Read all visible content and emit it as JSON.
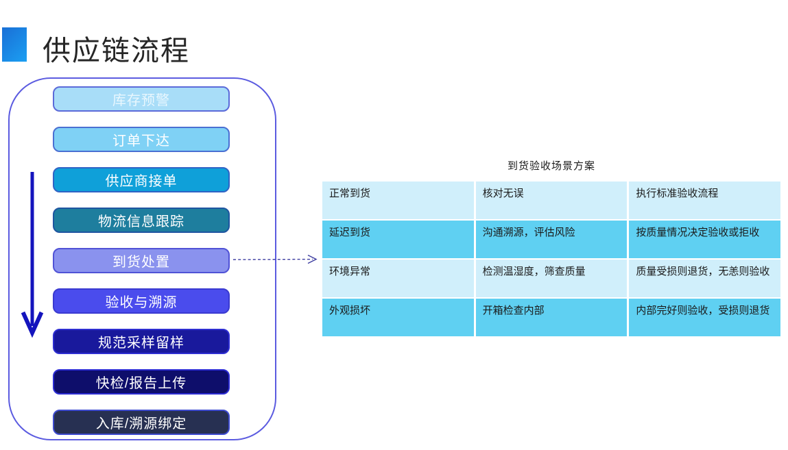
{
  "title": "供应链流程",
  "flow": {
    "steps": [
      {
        "label": "库存预警",
        "fill": "#a8ddf8",
        "border": "#5b6ad9",
        "text_color": "#e9f7fe"
      },
      {
        "label": "订单下达",
        "fill": "#7fd1f5",
        "border": "#4a6fd2",
        "text_color": "#ffffff"
      },
      {
        "label": "供应商接单",
        "fill": "#0fa0d9",
        "border": "#2f63c5",
        "text_color": "#ffffff"
      },
      {
        "label": "物流信息跟踪",
        "fill": "#1e7e9e",
        "border": "#1e55a0",
        "text_color": "#ffffff"
      },
      {
        "label": "到货处置",
        "fill": "#8a92ee",
        "border": "#5052d6",
        "text_color": "#ffffff"
      },
      {
        "label": "验收与溯源",
        "fill": "#4a4ced",
        "border": "#3a3ad0",
        "text_color": "#ffffff"
      },
      {
        "label": "规范采样留样",
        "fill": "#19199c",
        "border": "#2e2ed2",
        "text_color": "#ffffff"
      },
      {
        "label": "快检/报告上传",
        "fill": "#0e0e6b",
        "border": "#2c2cd4",
        "text_color": "#ffffff"
      },
      {
        "label": "入库/溯源绑定",
        "fill": "#273052",
        "border": "#3e4bd0",
        "text_color": "#ffffff"
      }
    ]
  },
  "table": {
    "title": "到货验收场景方案",
    "colors": {
      "light_row": "#d0effb",
      "dark_row": "#5fd0f2"
    },
    "rows": [
      [
        "正常到货",
        "核对无误",
        "执行标准验收流程"
      ],
      [
        "延迟到货",
        "沟通溯源，评估风险",
        "按质量情况决定验收或拒收"
      ],
      [
        "环境异常",
        "检测温湿度，筛查质量",
        "质量受损则退货，无恙则验收"
      ],
      [
        "外观损坏",
        "开箱检查内部",
        "内部完好则验收，受损则退货"
      ]
    ]
  },
  "colors": {
    "square_from": "#1a6fd6",
    "square_to": "#1b9ff2",
    "panel_border": "#5b5be0",
    "flow_arrow": "#1414bd",
    "connector": "#3c3ca0"
  }
}
